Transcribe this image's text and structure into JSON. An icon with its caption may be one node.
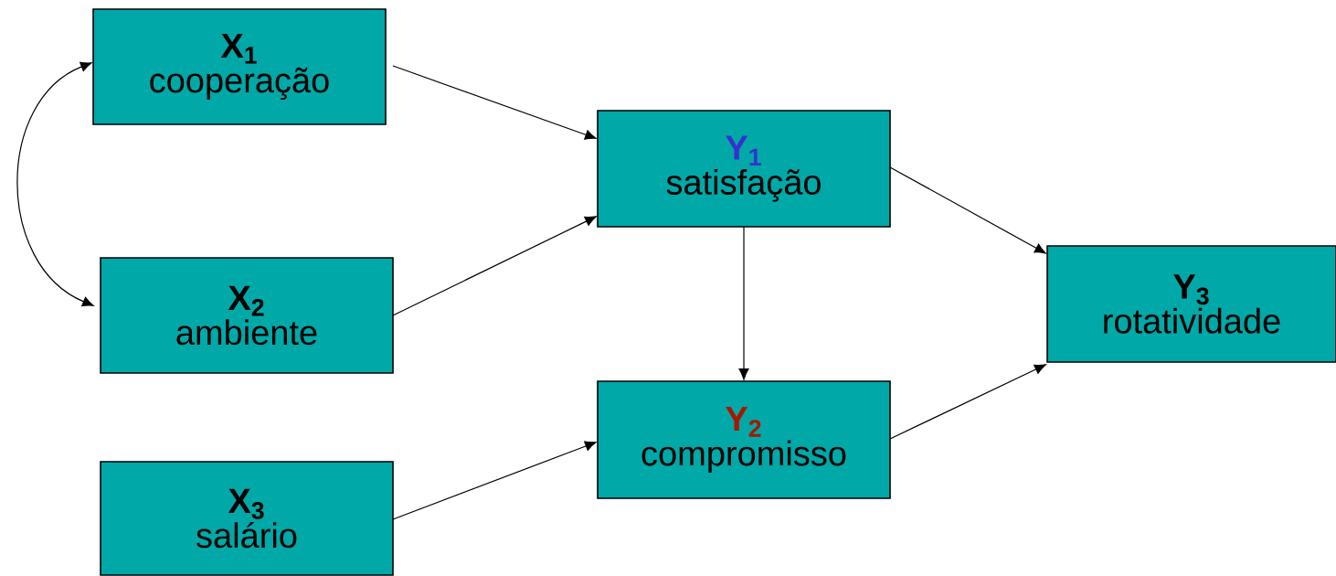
{
  "diagram": {
    "nodes": [
      {
        "text": [
          "X$_{1}$",
          "cooperação"
        ]
      },
      {
        "text": [
          "X$_{2}$",
          "ambiente"
        ]
      },
      {
        "text": [
          "X$_{3}$",
          "salário"
        ]
      },
      {
        "text": [
          "Y$_{1}$",
          "satisfação"
        ]
      },
      {
        "text": [
          "Y$_{2}$",
          "compromisso"
        ]
      },
      {
        "text": [
          "Y$_{3}$",
          "rotatividade"
        ]
      }
    ],
    "edges": [
      {
        "from": 0,
        "to": 1,
        "arrow": "both"
      },
      {
        "from": 0,
        "to": 3,
        "arrow": "to"
      },
      {
        "from": 1,
        "to": 3,
        "arrow": "to"
      },
      {
        "from": 3,
        "to": 4,
        "arrow": "to"
      },
      {
        "from": 2,
        "to": 4,
        "arrow": "to"
      },
      {
        "from": 3,
        "to": 5,
        "arrow": "to"
      },
      {
        "from": 4,
        "to": 5,
        "arrow": "to"
      }
    ]
  }
}
